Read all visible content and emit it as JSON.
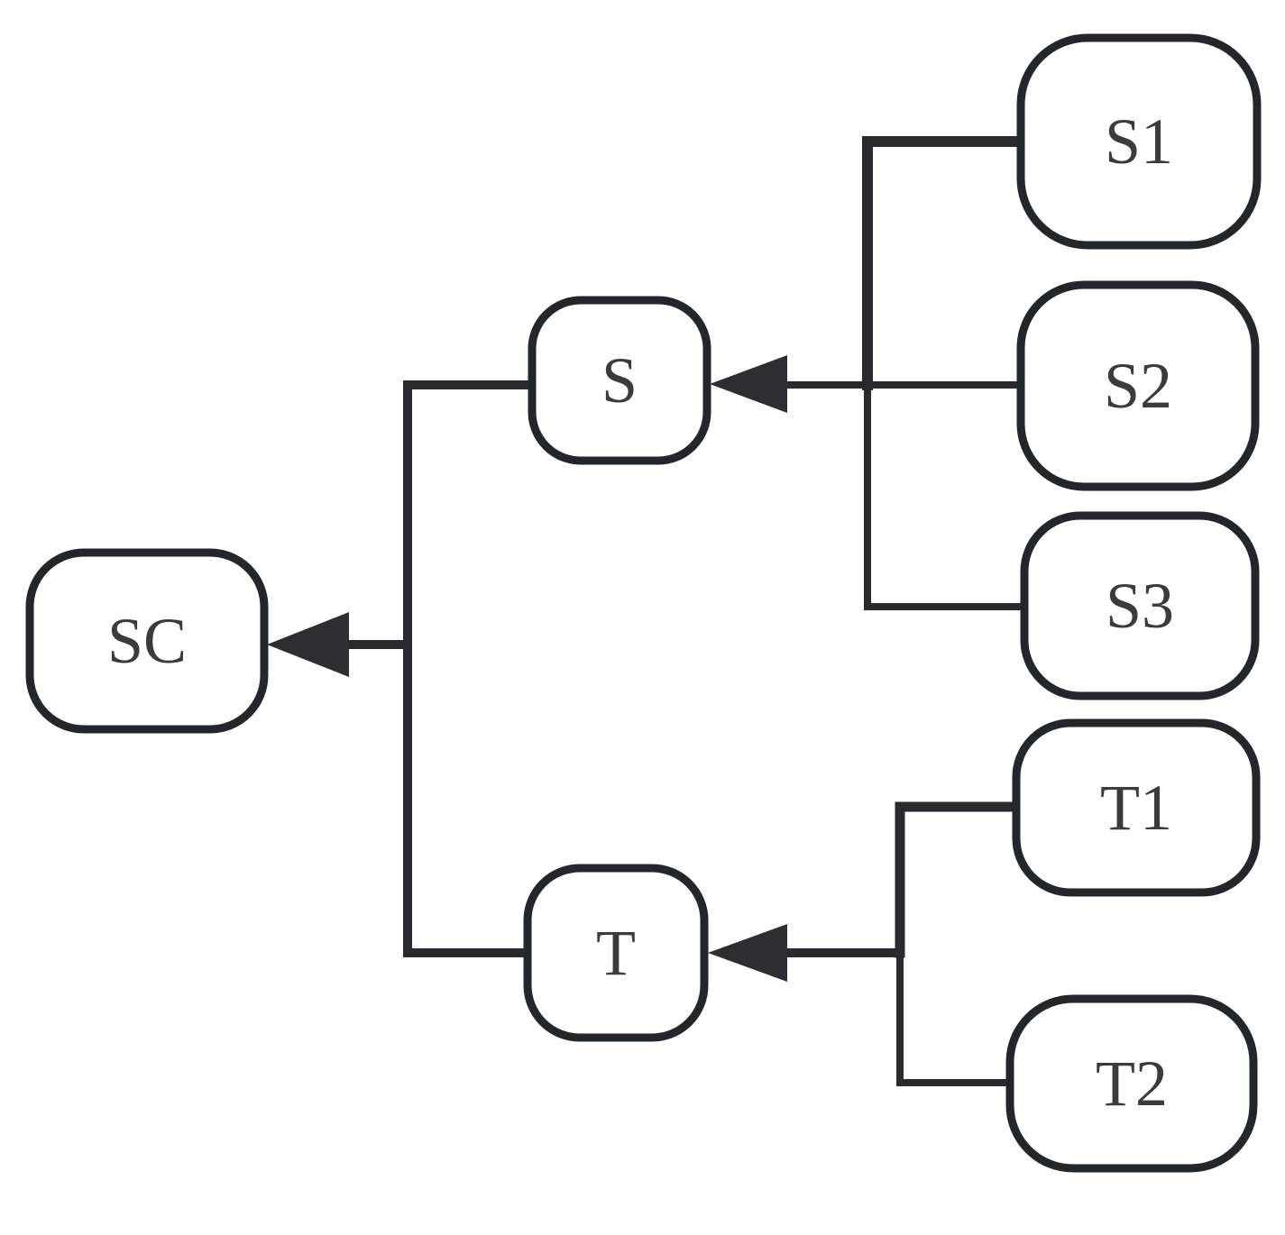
{
  "diagram": {
    "kind": "hierarchy-tree",
    "orientation": "arrows point right-to-left toward the root",
    "nodes": {
      "sc": {
        "label": "SC",
        "role": "root"
      },
      "s": {
        "label": "S",
        "role": "branch"
      },
      "t": {
        "label": "T",
        "role": "branch"
      },
      "s1": {
        "label": "S1",
        "role": "leaf"
      },
      "s2": {
        "label": "S2",
        "role": "leaf"
      },
      "s3": {
        "label": "S3",
        "role": "leaf"
      },
      "t1": {
        "label": "T1",
        "role": "leaf"
      },
      "t2": {
        "label": "T2",
        "role": "leaf"
      }
    },
    "edges": [
      {
        "from": "S",
        "to": "SC",
        "arrow": true
      },
      {
        "from": "T",
        "to": "SC",
        "arrow": true
      },
      {
        "from": "S1",
        "to": "S",
        "arrow": true
      },
      {
        "from": "S2",
        "to": "S",
        "arrow": true
      },
      {
        "from": "S3",
        "to": "S",
        "arrow": true
      },
      {
        "from": "T1",
        "to": "T",
        "arrow": true
      },
      {
        "from": "T2",
        "to": "T",
        "arrow": true
      }
    ],
    "colors": {
      "background": "#ffffff",
      "node_fill": "#ffffff",
      "node_border": "#23262b",
      "connector": "#2a2a2e",
      "label_text": "#3b3b3d"
    }
  }
}
